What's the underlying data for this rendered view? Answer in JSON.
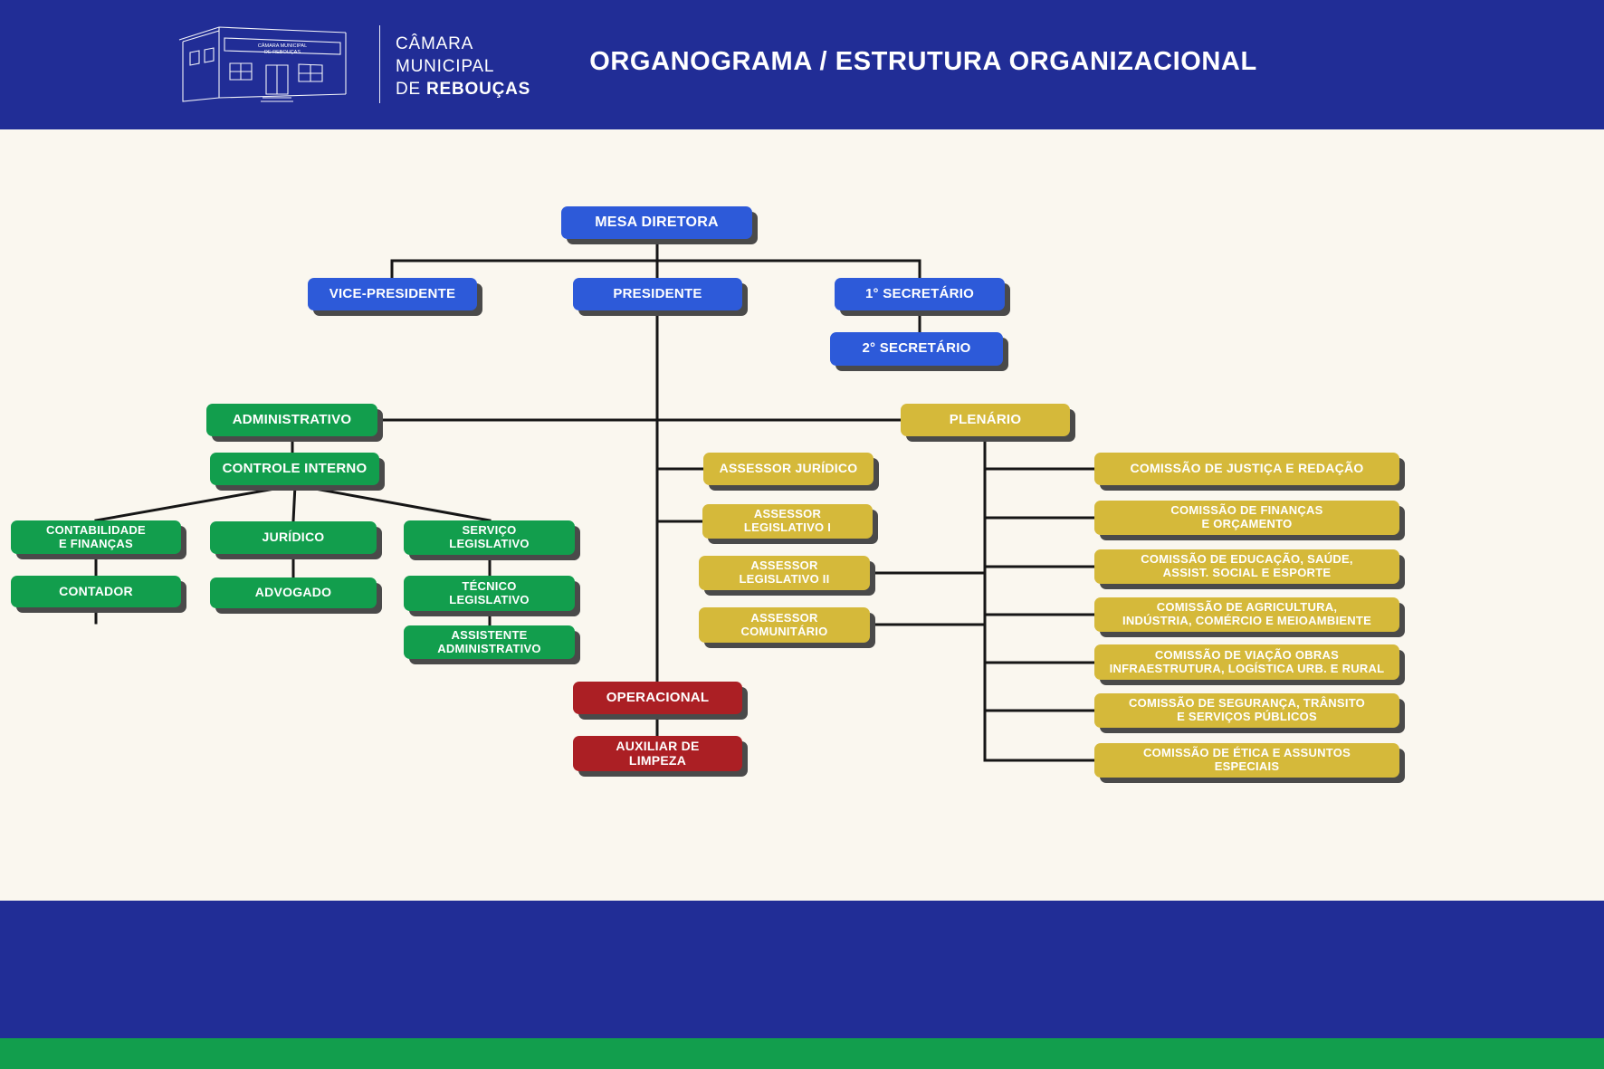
{
  "header": {
    "org_line1": "CÂMARA",
    "org_line2": "MUNICIPAL",
    "org_line3_prefix": "DE",
    "org_line3_name": "REBOUÇAS",
    "title": "ORGANOGRAMA / ESTRUTURA ORGANIZACIONAL"
  },
  "logo": {
    "sign_line1": "CÂMARA MUNICIPAL",
    "sign_line2": "DE REBOUÇAS"
  },
  "colors": {
    "header_navy": "#212d96",
    "background": "#faf7ef",
    "box_blue": "#2d5ad9",
    "box_green": "#129e4d",
    "box_gold": "#d5b93a",
    "box_red": "#ab1f24",
    "connector_black": "#161616",
    "shadow_gray": "#4a4a4a",
    "footer_green": "#129e4d"
  },
  "nodes": {
    "mesa_diretora": "MESA DIRETORA",
    "vice_presidente": "VICE-PRESIDENTE",
    "presidente": "PRESIDENTE",
    "secretario_1": "1° SECRETÁRIO",
    "secretario_2": "2° SECRETÁRIO",
    "administrativo": "ADMINISTRATIVO",
    "controle_interno": "CONTROLE INTERNO",
    "contabilidade_financas": [
      "CONTABILIDADE",
      "E FINANÇAS"
    ],
    "juridico": "JURÍDICO",
    "servico_legislativo": [
      "SERVIÇO",
      "LEGISLATIVO"
    ],
    "contador": "CONTADOR",
    "advogado": "ADVOGADO",
    "tecnico_legislativo": [
      "TÉCNICO",
      "LEGISLATIVO"
    ],
    "assistente_administrativo": [
      "ASSISTENTE",
      "ADMINISTRATIVO"
    ],
    "plenario": "PLENÁRIO",
    "assessor_juridico": "ASSESSOR JURÍDICO",
    "assessor_legislativo_1": [
      "ASSESSOR",
      "LEGISLATIVO I"
    ],
    "assessor_legislativo_2": [
      "ASSESSOR",
      "LEGISLATIVO II"
    ],
    "assessor_comunitario": [
      "ASSESSOR",
      "COMUNITÁRIO"
    ],
    "comissao_justica": "COMISSÃO DE JUSTIÇA E REDAÇÃO",
    "comissao_financas": [
      "COMISSÃO DE FINANÇAS",
      "E ORÇAMENTO"
    ],
    "comissao_educacao": [
      "COMISSÃO DE EDUCAÇÃO, SAÚDE,",
      "ASSIST. SOCIAL E ESPORTE"
    ],
    "comissao_agricultura": [
      "COMISSÃO DE AGRICULTURA,",
      "INDÚSTRIA, COMÉRCIO E MEIOAMBIENTE"
    ],
    "comissao_viacao": [
      "COMISSÃO DE VIAÇÃO OBRAS",
      "INFRAESTRUTURA, LOGÍSTICA URB. E RURAL"
    ],
    "comissao_seguranca": [
      "COMISSÃO DE SEGURANÇA, TRÂNSITO",
      "E SERVIÇOS PÚBLICOS"
    ],
    "comissao_etica": [
      "COMISSÃO DE ÉTICA E ASSUNTOS",
      "ESPECIAIS"
    ],
    "operacional": "OPERACIONAL",
    "auxiliar_limpeza": [
      "AUXILIAR DE",
      "LIMPEZA"
    ]
  }
}
